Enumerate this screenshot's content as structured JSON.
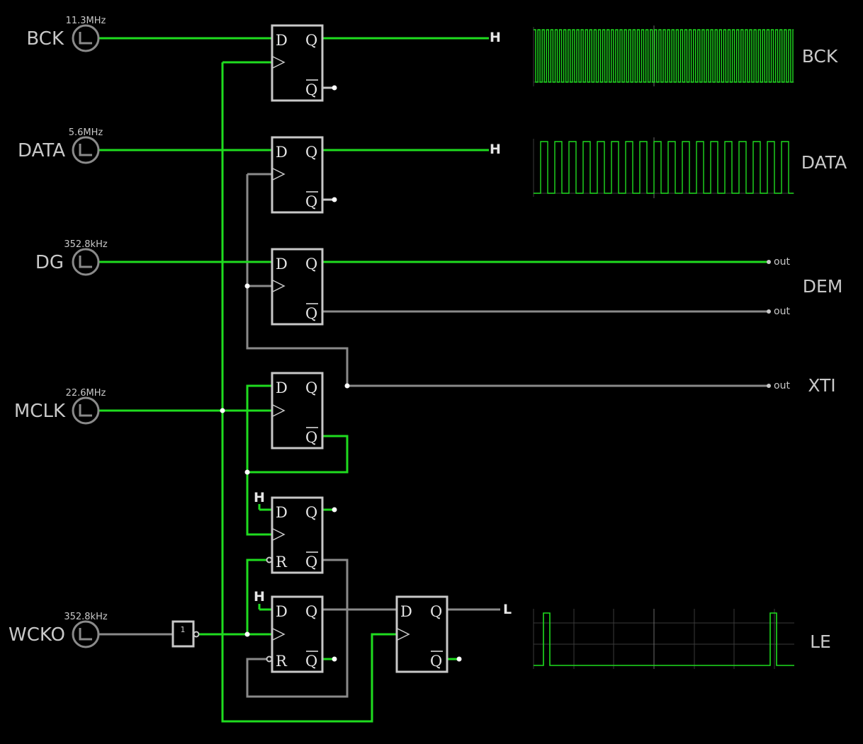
{
  "colors": {
    "background": "#000000",
    "active_wire": "#1fdc1f",
    "inactive_wire": "#8a8a8a",
    "component": "#c8c8c8",
    "scope_grid": "#3a3a3a"
  },
  "clocks": [
    {
      "name": "BCK",
      "freq": "11.3MHz"
    },
    {
      "name": "DATA",
      "freq": "5.6MHz"
    },
    {
      "name": "DG",
      "freq": "352.8kHz"
    },
    {
      "name": "MCLK",
      "freq": "22.6MHz"
    },
    {
      "name": "WCKO",
      "freq": "352.8kHz"
    }
  ],
  "flipflop_pins": {
    "d": "D",
    "q": "Q",
    "qbar": "Q",
    "r": "R"
  },
  "inverter_label": "1",
  "logic_levels": {
    "high": "H",
    "low": "L"
  },
  "outputs": {
    "out_label": "out",
    "dem": "DEM",
    "xti": "XTI"
  },
  "scopes": [
    {
      "name": "BCK",
      "icon": "oscilloscope-icon"
    },
    {
      "name": "DATA",
      "icon": "oscilloscope-icon"
    },
    {
      "name": "LE",
      "icon": "oscilloscope-icon"
    }
  ]
}
